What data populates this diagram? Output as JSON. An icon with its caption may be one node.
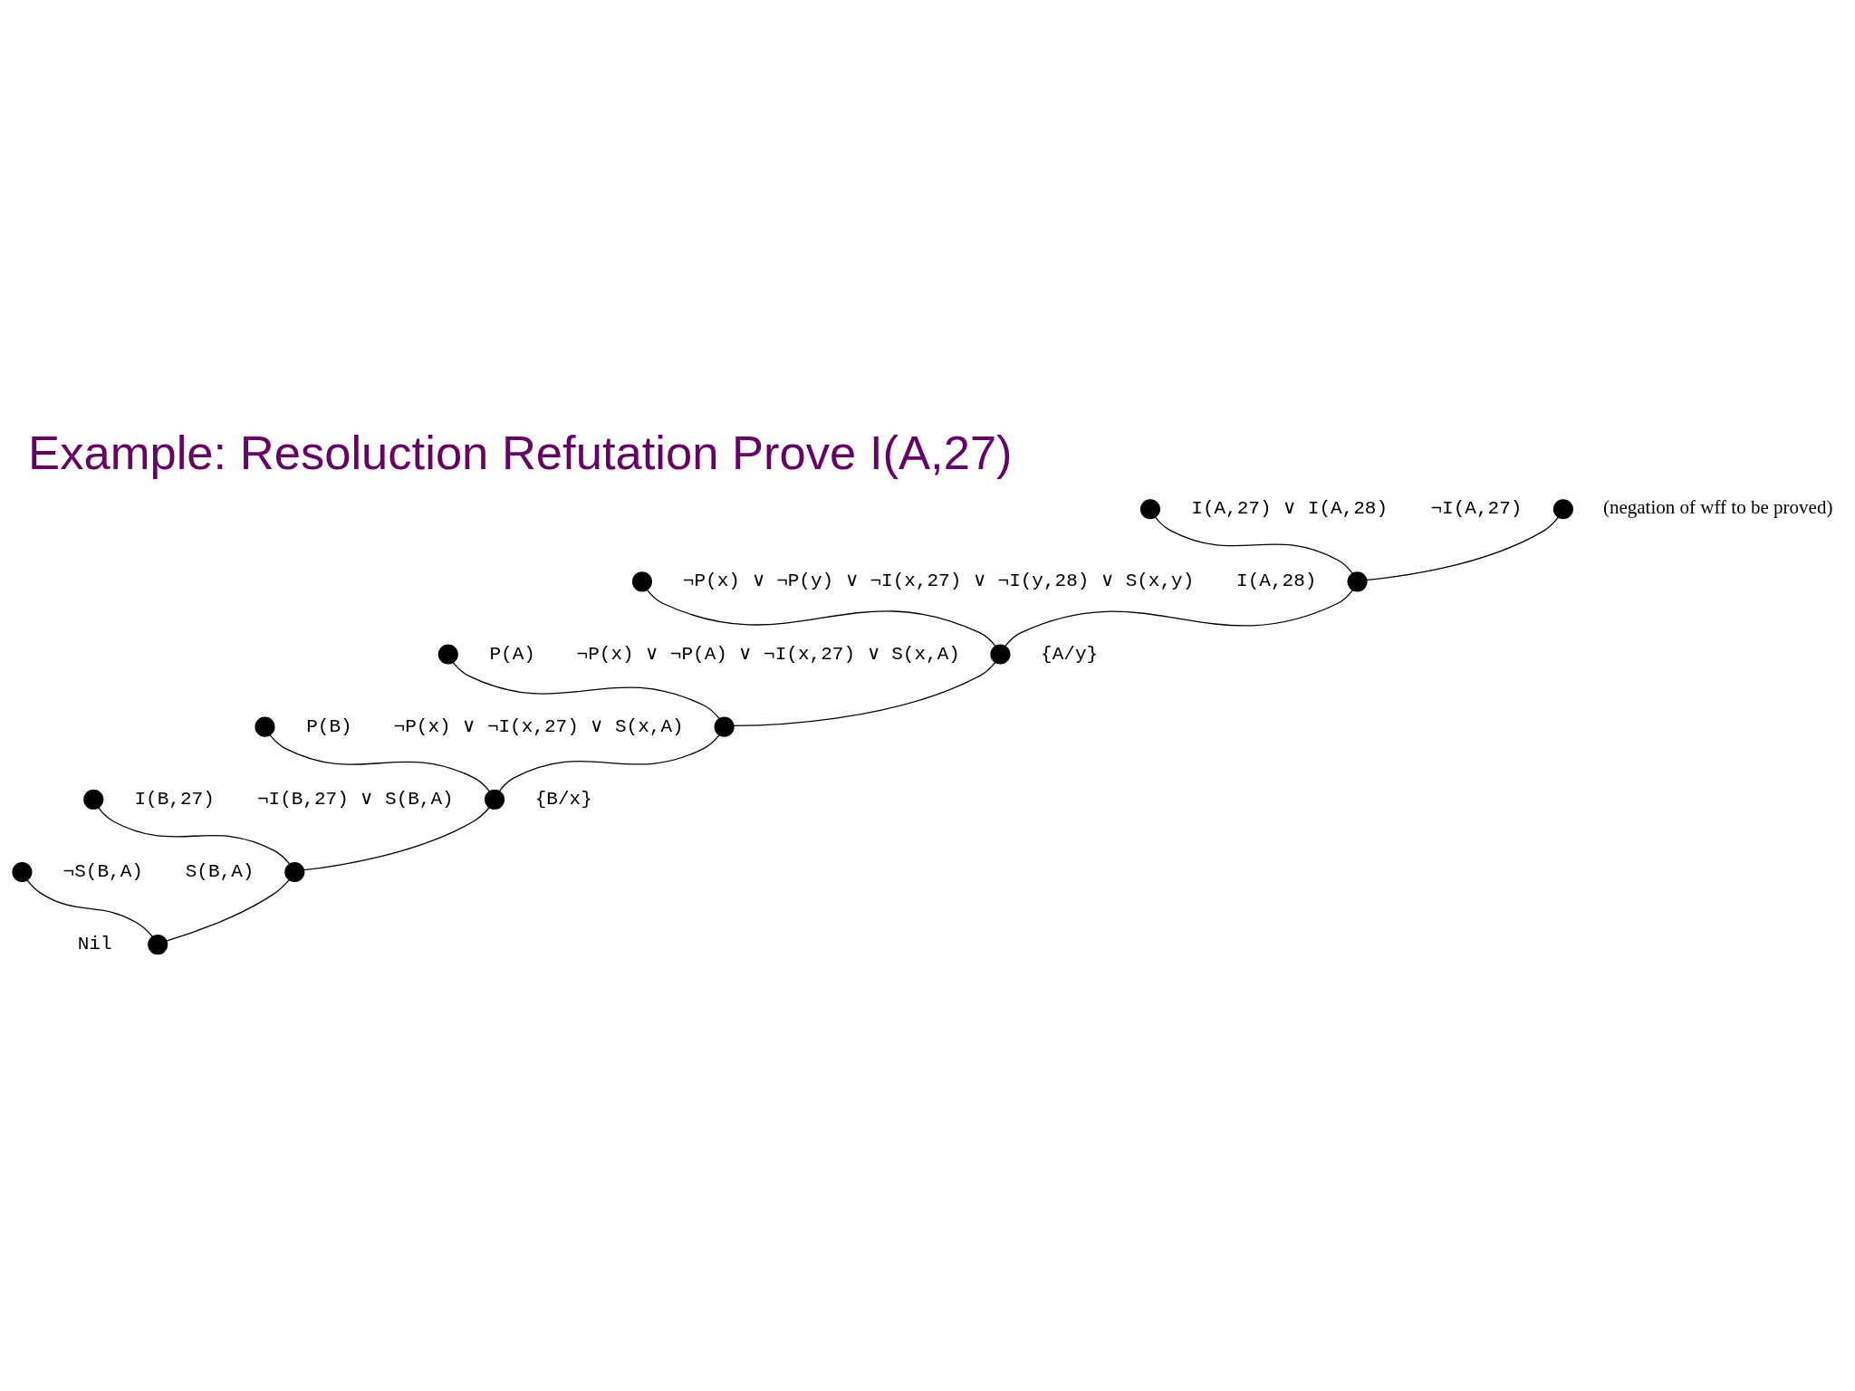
{
  "diagram": {
    "title": "Example: Resoluction Refutation Prove I(A,27)",
    "nodes": [
      {
        "text": [],
        "shape": "circle",
        "beside": [
          "¬I(A,27)",
          "(negation of wff to be proved)"
        ]
      },
      {
        "text": [],
        "shape": "circle",
        "beside": [
          "I(A,27) ∨ I(A,28)"
        ]
      },
      {
        "text": [],
        "shape": "circle",
        "beside": [
          "¬P(x) ∨ ¬P(y) ∨ ¬I(x,27) ∨ ¬I(y,28) ∨ S(x,y)"
        ]
      },
      {
        "text": [],
        "shape": "circle",
        "beside": [
          "I(A,28)"
        ]
      },
      {
        "text": [],
        "shape": "circle",
        "beside": [
          "P(A)"
        ]
      },
      {
        "text": [],
        "shape": "circle",
        "beside": [
          "¬P(x) ∨ ¬P(A) ∨ ¬I(x,27) ∨ S(x,A)",
          "{A/y}"
        ]
      },
      {
        "text": [],
        "shape": "circle",
        "beside": [
          "P(B)"
        ]
      },
      {
        "text": [],
        "shape": "circle",
        "beside": [
          "¬P(x) ∨ ¬I(x,27) ∨ S(x,A)"
        ]
      },
      {
        "text": [],
        "shape": "circle",
        "beside": [
          "I(B,27)"
        ]
      },
      {
        "text": [],
        "shape": "circle",
        "beside": [
          "¬I(B,27) ∨ S(B,A)",
          "{B/x}"
        ]
      },
      {
        "text": [],
        "shape": "circle",
        "beside": [
          "¬S(B,A)"
        ]
      },
      {
        "text": [],
        "shape": "circle",
        "beside": [
          "S(B,A)"
        ]
      },
      {
        "text": [],
        "shape": "circle",
        "beside": [
          "Nil"
        ]
      }
    ],
    "edges": [
      {
        "from": 0,
        "to": 3,
        "arrow": "none"
      },
      {
        "from": 1,
        "to": 3,
        "arrow": "none"
      },
      {
        "from": 3,
        "to": 5,
        "arrow": "none"
      },
      {
        "from": 2,
        "to": 5,
        "arrow": "none"
      },
      {
        "from": 5,
        "to": 7,
        "arrow": "none"
      },
      {
        "from": 4,
        "to": 7,
        "arrow": "none"
      },
      {
        "from": 7,
        "to": 9,
        "arrow": "none"
      },
      {
        "from": 6,
        "to": 9,
        "arrow": "none"
      },
      {
        "from": 9,
        "to": 11,
        "arrow": "none"
      },
      {
        "from": 8,
        "to": 11,
        "arrow": "none"
      },
      {
        "from": 11,
        "to": 12,
        "arrow": "none"
      },
      {
        "from": 10,
        "to": 12,
        "arrow": "none"
      }
    ]
  }
}
